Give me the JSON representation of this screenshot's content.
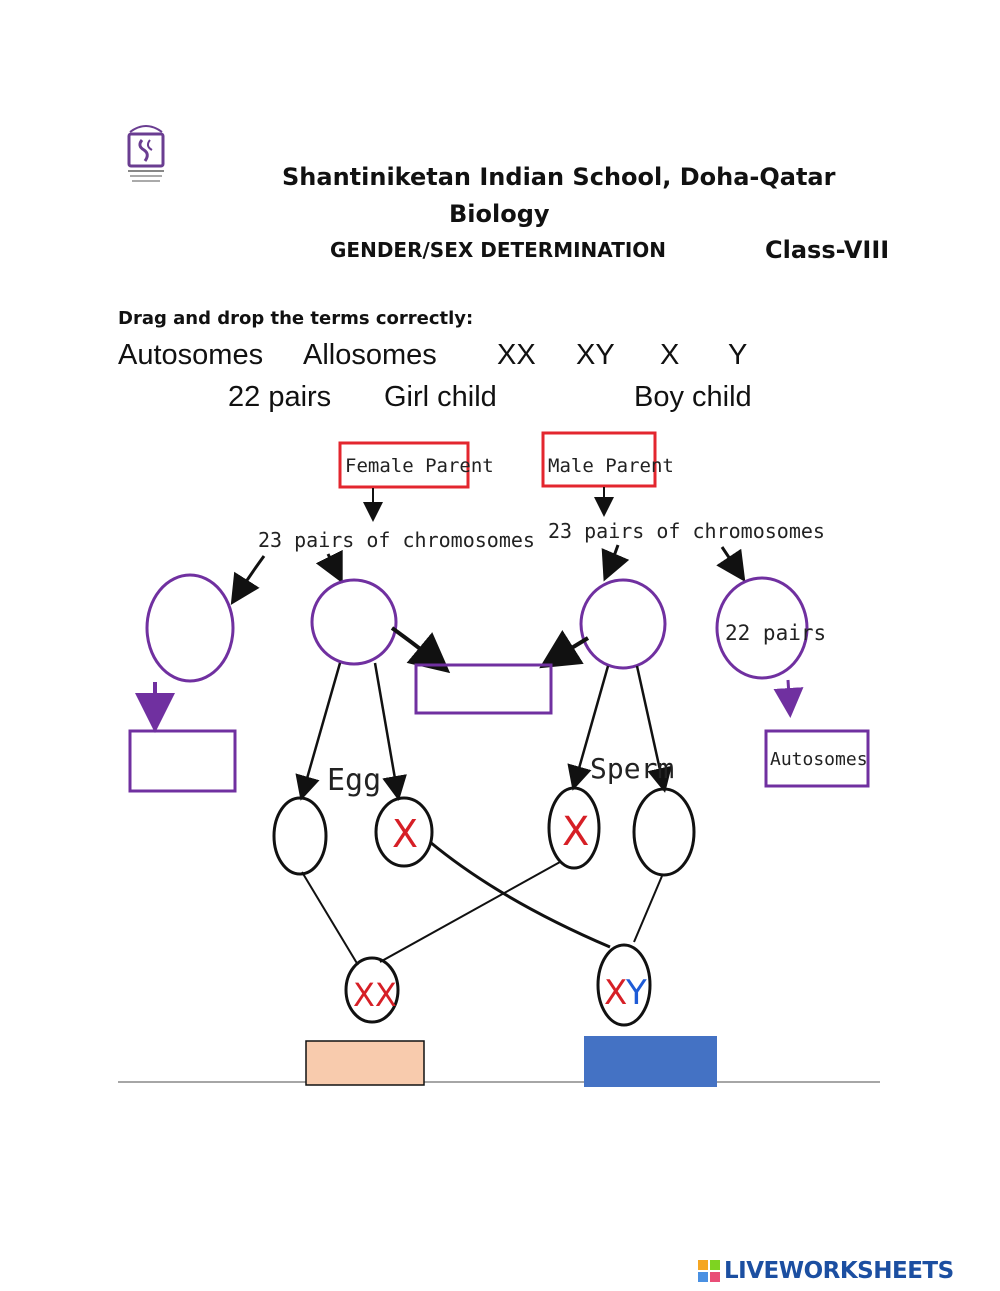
{
  "header": {
    "school": "Shantiniketan Indian School, Doha-Qatar",
    "subject": "Biology",
    "topic": "GENDER/SEX DETERMINATION",
    "class_label": "Class-VIII"
  },
  "instruction": "Drag and drop the terms correctly:",
  "terms": [
    "Autosomes",
    "Allosomes",
    "XX",
    "XY",
    "X",
    "Y",
    "22 pairs",
    "Girl child",
    "Boy child"
  ],
  "diagram": {
    "female_parent": "Female Parent",
    "male_parent": "Male Parent",
    "chromosomes_left": "23 pairs of chromosomes",
    "chromosomes_right": "23 pairs of chromosomes",
    "right_circle": "22 pairs",
    "right_box": "Autosomes",
    "egg": "Egg",
    "sperm": "Sperm",
    "egg_x": "X",
    "sperm_x": "X",
    "offspring_left": "XX",
    "offspring_right_x": "X",
    "offspring_right_y": "Y"
  },
  "colors": {
    "red_box": "#e3262e",
    "purple": "#7030a0",
    "peach_box": "#f8cbad",
    "blue_box": "#4472c4"
  },
  "footer": {
    "brand": "LIVEWORKSHEETS"
  }
}
